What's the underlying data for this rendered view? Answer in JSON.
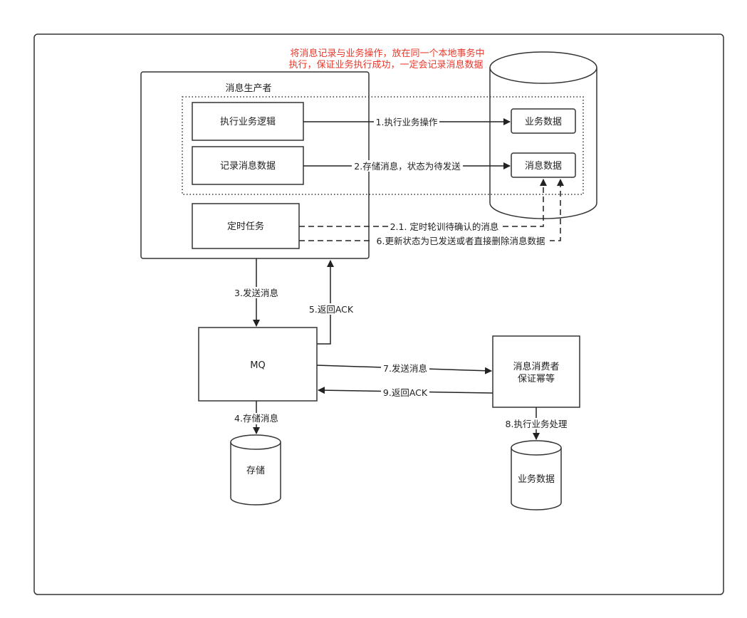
{
  "note": {
    "line1": "将消息记录与业务操作，放在同一个本地事务中",
    "line2": "执行，保证业务执行成功，一定会记录消息数据"
  },
  "producer": {
    "title": "消息生产者",
    "exec_logic": "执行业务逻辑",
    "record_msg": "记录消息数据",
    "timer_task": "定时任务"
  },
  "db": {
    "business_data": "业务数据",
    "message_data": "消息数据"
  },
  "edges": {
    "e1": "1.执行业务操作",
    "e2": "2.存储消息，状态为待发送",
    "e21": "2.1. 定时轮训待确认的消息",
    "e6": "6.更新状态为已发送或者直接删除消息数据",
    "e3": "3.发送消息",
    "e5": "5.返回ACK",
    "e4": "4.存储消息",
    "e7": "7.发送消息",
    "e9": "9.返回ACK",
    "e8": "8.执行业务处理"
  },
  "mq": {
    "label": "MQ"
  },
  "storage": {
    "label": "存储"
  },
  "consumer": {
    "line1": "消息消费者",
    "line2": "保证幂等"
  },
  "consumer_db": {
    "label": "业务数据"
  }
}
